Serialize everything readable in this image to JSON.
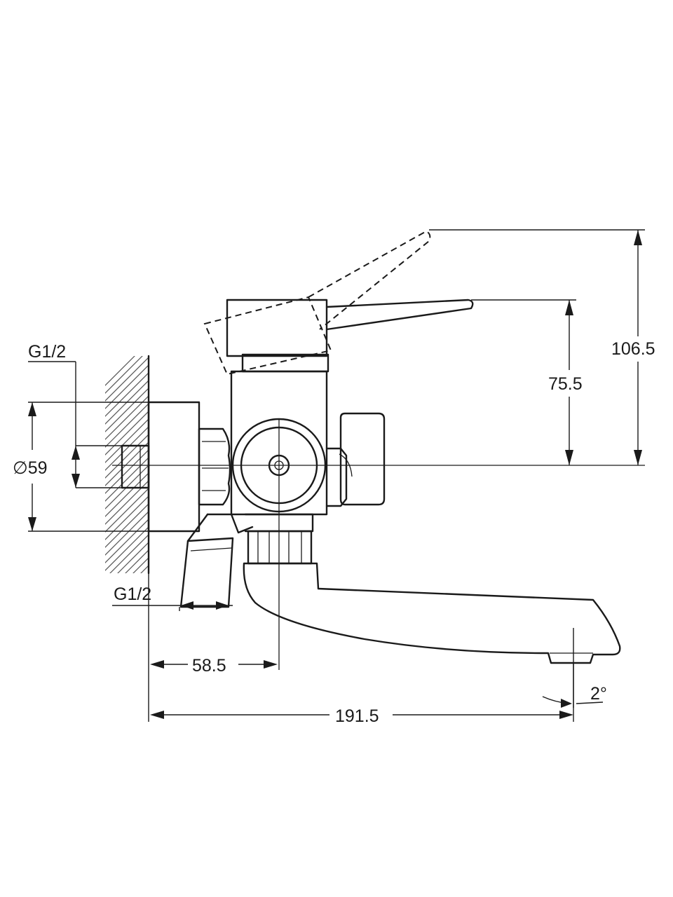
{
  "dimensions": {
    "inlet_thread_top": "G1/2",
    "flange_diameter": "∅59",
    "outlet_thread": "G1/2",
    "height_lever_raised": "106.5",
    "height_lever": "75.5",
    "wall_to_spout_axis": "58.5",
    "total_length": "191.5",
    "spout_angle": "2°"
  }
}
